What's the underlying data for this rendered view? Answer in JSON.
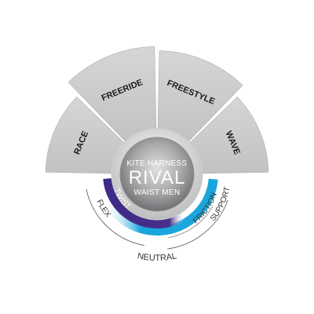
{
  "segments": [
    {
      "label": "RACE",
      "value": 0.7
    },
    {
      "label": "FREERIDE",
      "value": 0.97
    },
    {
      "label": "FREESTYLE",
      "value": 0.9
    },
    {
      "label": "WAVE",
      "value": 0.7
    }
  ],
  "hub": {
    "line1": "KITE HARNESS",
    "line2": "RIVAL",
    "line3": "WAIST MEN"
  },
  "scale": {
    "flex": "FLEX",
    "twist": "TWIST",
    "neutral": "NEUTRAL",
    "friction": "FRICTION",
    "support": "SUPPORT"
  },
  "colors": {
    "segment": "#c9c9cb",
    "segment_edge": "#aeaeb1",
    "label": "#1b1b1b",
    "twist": "#4a2e8c",
    "support": "#1aa6dc",
    "scale_text": "#333333"
  }
}
